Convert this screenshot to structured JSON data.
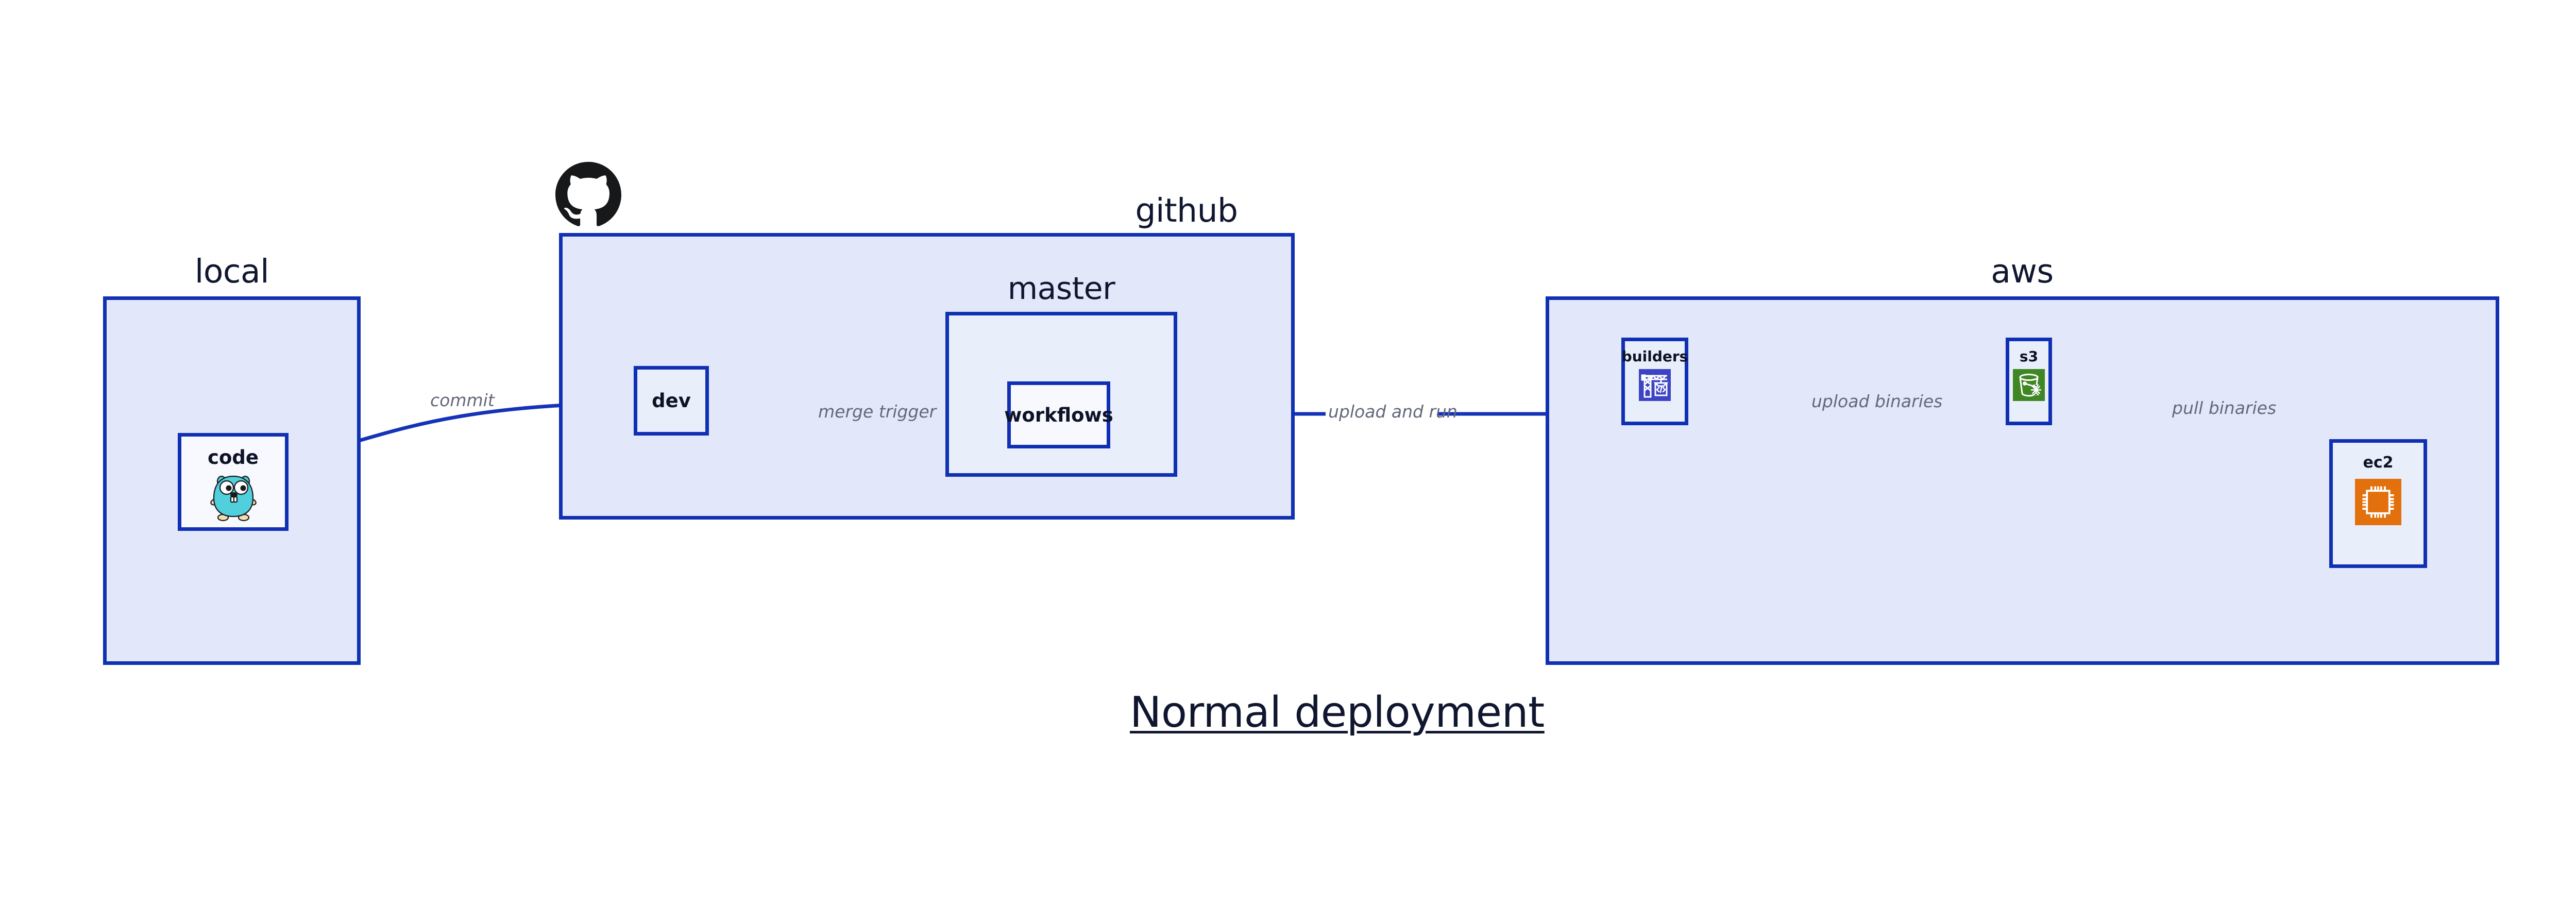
{
  "diagram": {
    "title": "Normal deployment",
    "background": "#ffffff",
    "group_fill": "#e2e7fa",
    "group_stroke": "#0f31b2",
    "node_fill": "#e9eefb",
    "node_fill_alt": "#f7f9fe",
    "node_stroke": "#1030b4",
    "edge_color": "#1433b8",
    "edge_label_color": "#63687a",
    "label_color": "#10162f"
  },
  "groups": [
    {
      "id": "local",
      "label": "local"
    },
    {
      "id": "github",
      "label": "github"
    },
    {
      "id": "master",
      "label": "master"
    },
    {
      "id": "aws",
      "label": "aws"
    }
  ],
  "nodes": [
    {
      "id": "code",
      "label": "code",
      "icon": "go-gopher-icon"
    },
    {
      "id": "dev",
      "label": "dev",
      "icon": "none"
    },
    {
      "id": "workflows",
      "label": "workflows",
      "icon": "none"
    },
    {
      "id": "builders",
      "label": "builders",
      "icon": "aws-codebuild-crane-icon",
      "icon_color": "#3c43c4"
    },
    {
      "id": "s3",
      "label": "s3",
      "icon": "aws-s3-glacier-bucket-icon",
      "icon_color": "#3f8624"
    },
    {
      "id": "ec2",
      "label": "ec2",
      "icon": "aws-ec2-chip-icon",
      "icon_color": "#e2700d"
    }
  ],
  "edges": [
    {
      "id": "code-to-dev",
      "label": "commit",
      "from": "code",
      "to": "dev"
    },
    {
      "id": "dev-to-workflows",
      "label": "merge trigger",
      "from": "dev",
      "to": "workflows"
    },
    {
      "id": "workflows-to-builders",
      "label": "upload and run",
      "from": "workflows",
      "to": "builders"
    },
    {
      "id": "builders-to-s3",
      "label": "upload binaries",
      "from": "builders",
      "to": "s3"
    },
    {
      "id": "s3-to-ec2",
      "label": "pull binaries",
      "from": "s3",
      "to": "ec2"
    }
  ],
  "logos": [
    {
      "id": "github-octocat",
      "name": "github-octocat-logo",
      "color": "#17181a"
    }
  ]
}
